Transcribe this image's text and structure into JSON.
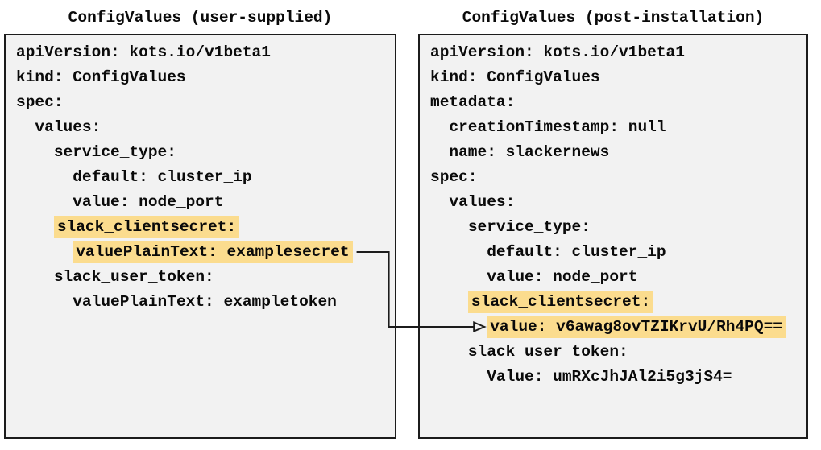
{
  "colors": {
    "panel_bg": "#f2f2f2",
    "panel_border": "#1c1c1c",
    "highlight": "#fbdc8e",
    "text": "#0a0a0a",
    "arrow": "#1c1c1c"
  },
  "panels": [
    {
      "title": "ConfigValues (user-supplied)",
      "lines": [
        {
          "indent": "",
          "text": "apiVersion: kots.io/v1beta1",
          "highlight": false
        },
        {
          "indent": "",
          "text": "kind: ConfigValues",
          "highlight": false
        },
        {
          "indent": "",
          "text": "spec:",
          "highlight": false
        },
        {
          "indent": "  ",
          "text": "values:",
          "highlight": false
        },
        {
          "indent": "    ",
          "text": "service_type:",
          "highlight": false
        },
        {
          "indent": "      ",
          "text": "default: cluster_ip",
          "highlight": false
        },
        {
          "indent": "      ",
          "text": "value: node_port",
          "highlight": false
        },
        {
          "indent": "    ",
          "text": "slack_clientsecret:",
          "highlight": true
        },
        {
          "indent": "      ",
          "text": "valuePlainText: examplesecret",
          "highlight": true
        },
        {
          "indent": "    ",
          "text": "slack_user_token:",
          "highlight": false
        },
        {
          "indent": "      ",
          "text": "valuePlainText: exampletoken",
          "highlight": false
        }
      ]
    },
    {
      "title": "ConfigValues (post-installation)",
      "lines": [
        {
          "indent": "",
          "text": "apiVersion: kots.io/v1beta1",
          "highlight": false
        },
        {
          "indent": "",
          "text": "kind: ConfigValues",
          "highlight": false
        },
        {
          "indent": "",
          "text": "metadata:",
          "highlight": false
        },
        {
          "indent": "  ",
          "text": "creationTimestamp: null",
          "highlight": false
        },
        {
          "indent": "  ",
          "text": "name: slackernews",
          "highlight": false
        },
        {
          "indent": "",
          "text": "spec:",
          "highlight": false
        },
        {
          "indent": "  ",
          "text": "values:",
          "highlight": false
        },
        {
          "indent": "    ",
          "text": "service_type:",
          "highlight": false
        },
        {
          "indent": "      ",
          "text": "default: cluster_ip",
          "highlight": false
        },
        {
          "indent": "      ",
          "text": "value: node_port",
          "highlight": false
        },
        {
          "indent": "    ",
          "text": "slack_clientsecret:",
          "highlight": true
        },
        {
          "indent": "      ",
          "text": "value: v6awag8ovTZIKrvU/Rh4PQ==",
          "highlight": true
        },
        {
          "indent": "    ",
          "text": "slack_user_token:",
          "highlight": false
        },
        {
          "indent": "      ",
          "text": "Value: umRXcJhJAl2i5g3jS4=",
          "highlight": false
        }
      ]
    }
  ],
  "arrow": {
    "from_panel": 0,
    "from_line": 8,
    "to_panel": 1,
    "to_line": 11
  }
}
